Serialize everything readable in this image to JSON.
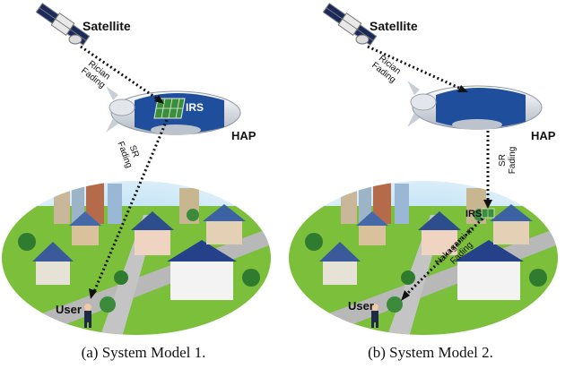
{
  "panel_a": {
    "satellite_label": "Satellite",
    "hap_label": "HAP",
    "irs_label": "IRS",
    "user_label": "User",
    "link1_label": "Rician\nFading",
    "link2_label": "SR\nFading",
    "caption": "(a)  System Model 1."
  },
  "panel_b": {
    "satellite_label": "Satellite",
    "hap_label": "HAP",
    "irs_label": "IRS",
    "user_label": "User",
    "link1_label": "Rician\nFading",
    "link2_label": "SR\nFading",
    "link3_label": "Nakagami-m\nFading",
    "caption": "(b)  System Model 2."
  },
  "colors": {
    "airship_body": "#1f4e9c",
    "airship_shell": "#d9dde3",
    "irs_panel": "#3a8f3a",
    "sky_ground": "#7bbf3a",
    "link_line": "#111111"
  }
}
